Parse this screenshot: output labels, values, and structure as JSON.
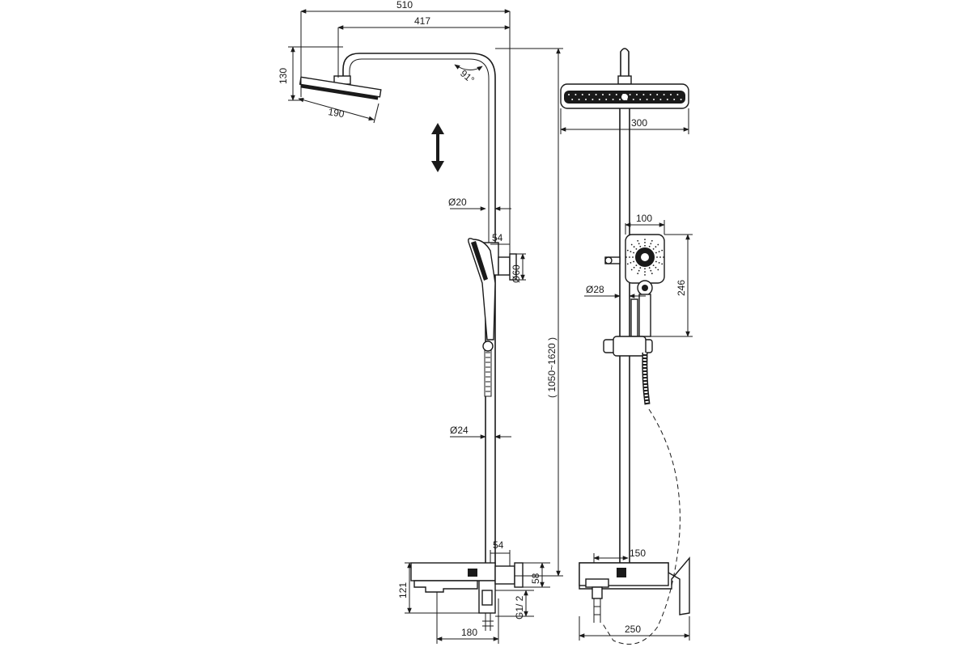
{
  "dimensions": {
    "overall_reach": "510",
    "arm_reach": "417",
    "head_drop": "130",
    "arm_angle": "91°",
    "head_diameter": "190",
    "pipe_upper": "Ø20",
    "holder_offset": "54",
    "holder_diameter": "Ø60",
    "height_range": "( 1050~1620 )",
    "pipe_lower": "Ø24",
    "mixer_offset": "54",
    "mixer_drop": "58",
    "mixer_height": "121",
    "thread": "G1/ 2",
    "spout_length": "180",
    "front_head_width": "300",
    "front_hand_width": "100",
    "front_hand_height": "246",
    "front_pipe": "Ø28",
    "front_mixer_half": "150",
    "front_mixer_width": "250"
  }
}
